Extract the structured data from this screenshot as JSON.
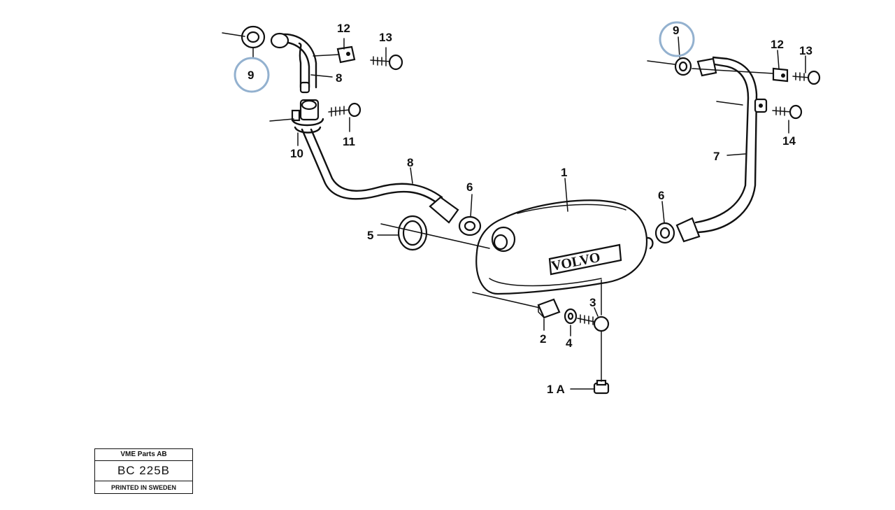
{
  "labels": {
    "l1": "1",
    "l1a": "1 A",
    "l2": "2",
    "l3": "3",
    "l4": "4",
    "l5": "5",
    "l6a": "6",
    "l6b": "6",
    "l7": "7",
    "l8a": "8",
    "l8b": "8",
    "l9a": "9",
    "l9b": "9",
    "l10": "10",
    "l11": "11",
    "l12a": "12",
    "l12b": "12",
    "l13a": "13",
    "l13b": "13",
    "l14": "14"
  },
  "brand_on_tank": "VOLVO",
  "highlighted_part": "9",
  "highlight_color": "#93b1cf",
  "title_block": {
    "company": "VME Parts AB",
    "code": "BC 225B",
    "printed": "PRINTED IN SWEDEN"
  }
}
